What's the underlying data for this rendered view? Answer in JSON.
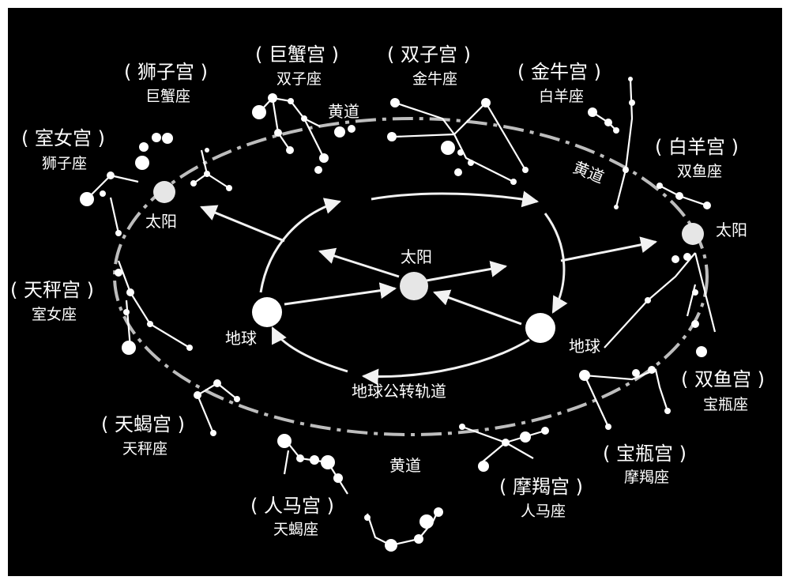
{
  "colors": {
    "background": "#000000",
    "ecliptic": "#bdbdbd",
    "foreground": "#ffffff"
  },
  "center": {
    "sun_label": "太阳",
    "earth_label": "地球",
    "orbit_label": "地球公转轨道"
  },
  "ecliptic_labels": [
    "黄道",
    "黄道",
    "黄道"
  ],
  "sun_label": "太阳",
  "earth_label": "地球",
  "zodiac": [
    {
      "house": "( 巨蟹宫 )",
      "constellation": "双子座"
    },
    {
      "house": "( 双子宫 )",
      "constellation": "金牛座"
    },
    {
      "house": "( 金牛宫 )",
      "constellation": "白羊座"
    },
    {
      "house": "( 狮子宫 )",
      "constellation": "巨蟹座"
    },
    {
      "house": "( 室女宫 )",
      "constellation": "狮子座"
    },
    {
      "house": "( 白羊宫 )",
      "constellation": "双鱼座"
    },
    {
      "house": "( 天秤宫 )",
      "constellation": "室女座"
    },
    {
      "house": "( 双鱼宫 )",
      "constellation": "宝瓶座"
    },
    {
      "house": "( 天蝎宫 )",
      "constellation": "天秤座"
    },
    {
      "house": "( 宝瓶宫 )",
      "constellation": "摩羯座"
    },
    {
      "house": "( 人马宫 )",
      "constellation": "天蝎座"
    },
    {
      "house": "( 摩羯宫 )",
      "constellation": "人马座"
    }
  ]
}
